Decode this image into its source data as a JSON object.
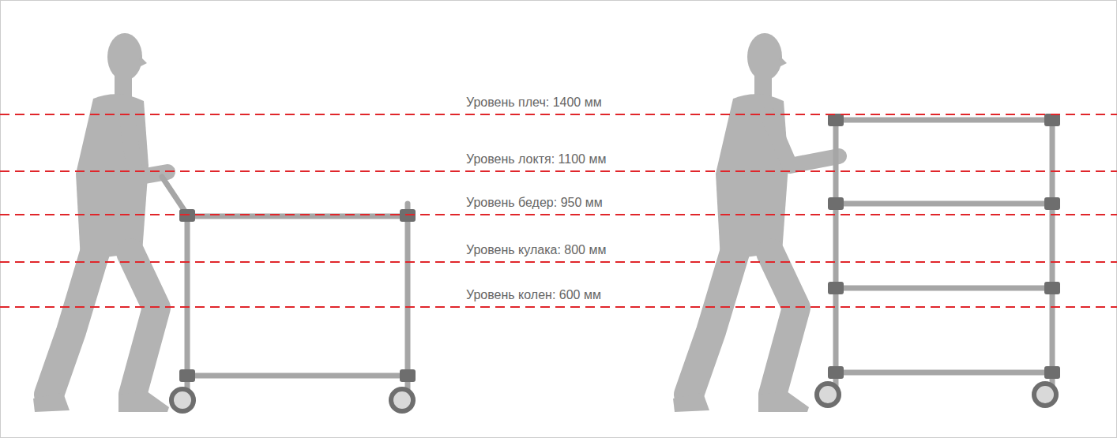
{
  "diagram": {
    "labels": [
      "Уровень плеч: 1400 мм",
      "Уровень локтя: 1100 мм",
      "Уровень бедер: 950 мм",
      "Уровень кулака: 800 мм",
      "Уровень колен: 600 мм"
    ]
  }
}
